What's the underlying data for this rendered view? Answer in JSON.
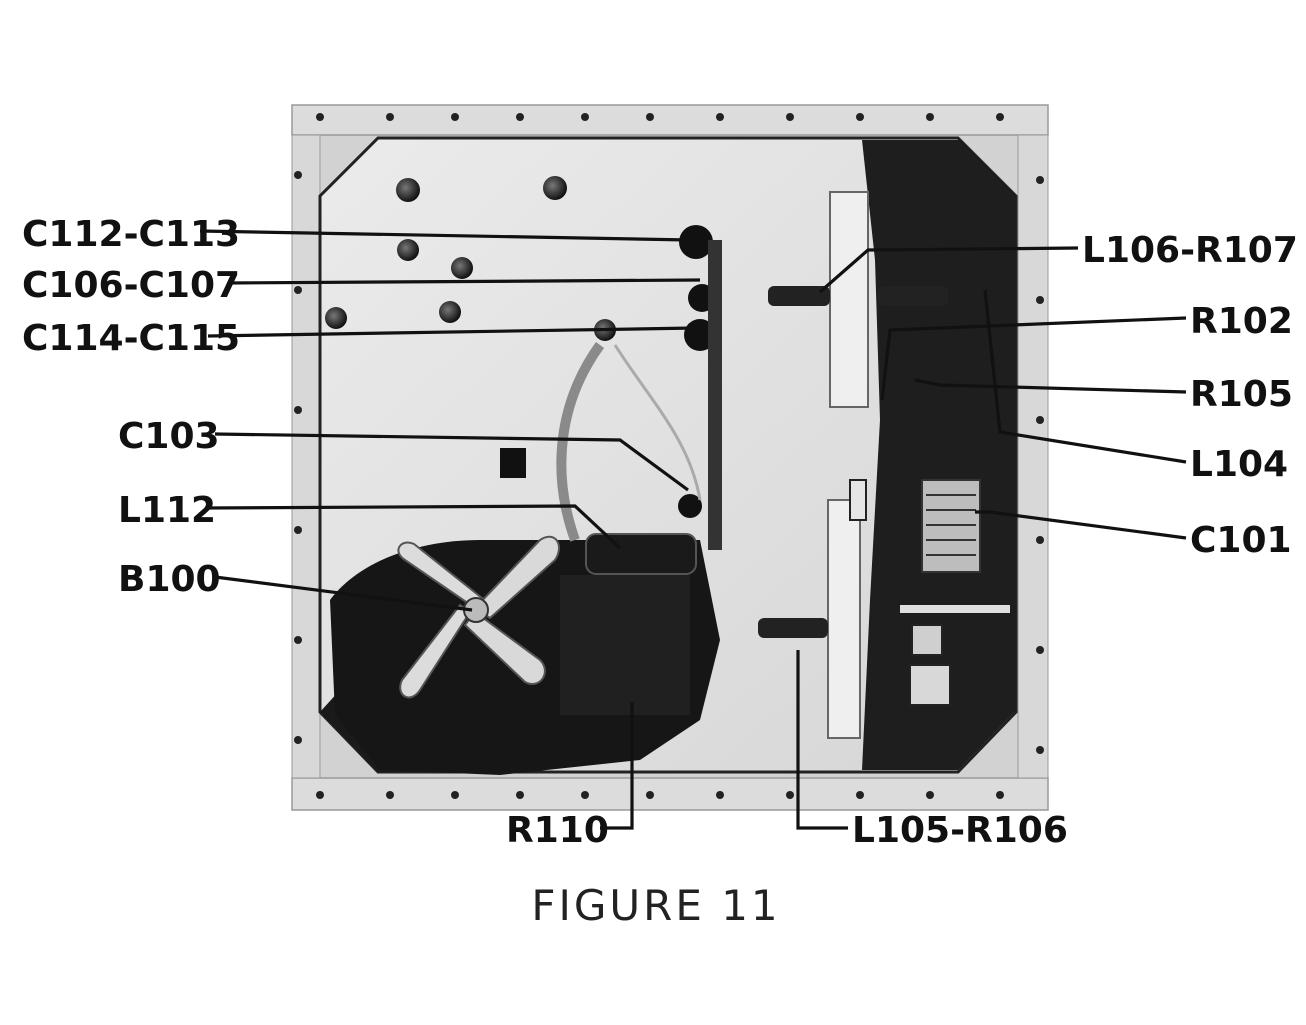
{
  "caption": "FIGURE 11",
  "callouts": {
    "c112_c113": "C112-C113",
    "c106_c107": "C106-C107",
    "c114_c115": "C114-C115",
    "c103": "C103",
    "l112": "L112",
    "b100": "B100",
    "l106_r107": "L106-R107",
    "r102": "R102",
    "r105": "R105",
    "l104": "L104",
    "c101": "C101",
    "r110": "R110",
    "l105_r106": "L105-R106"
  },
  "colors": {
    "chassis_light": "#e6e6e6",
    "chassis_dark": "#1c1c1c",
    "frame": "#d0d0d0",
    "ink": "#111111"
  }
}
